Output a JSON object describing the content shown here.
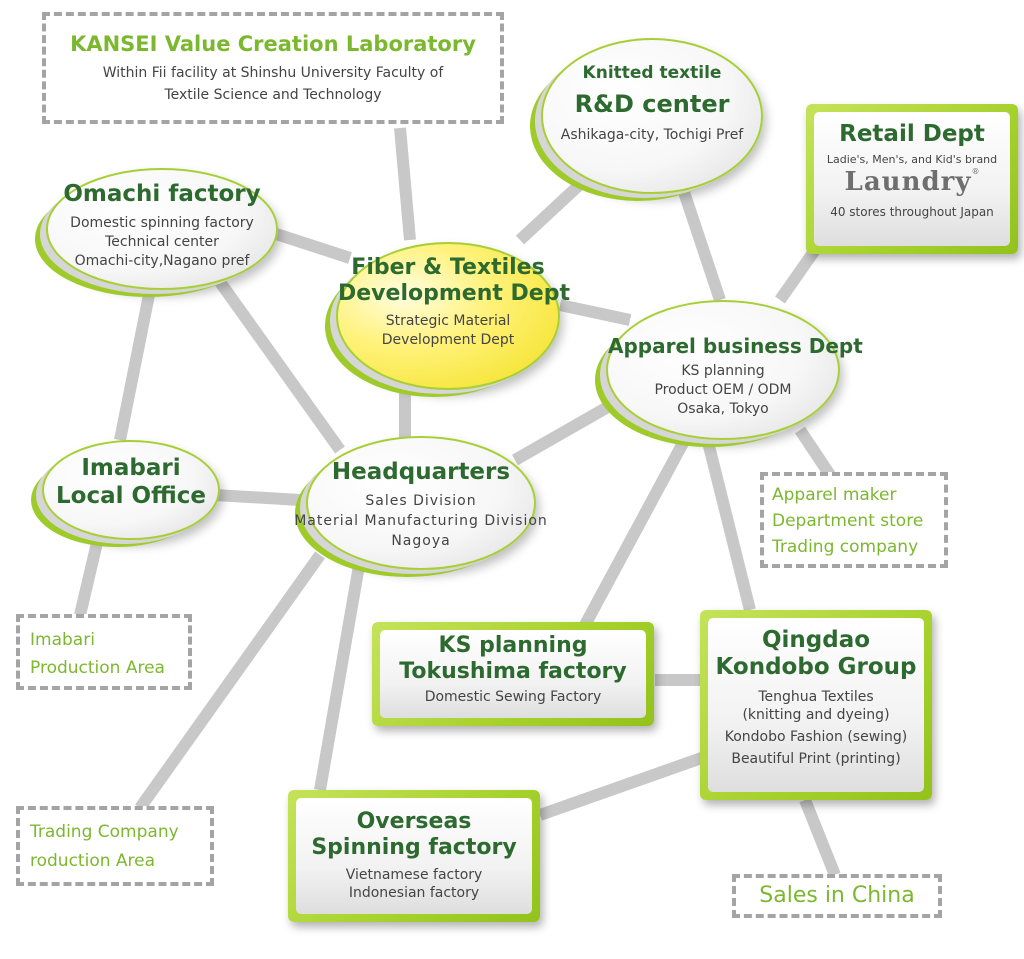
{
  "colors": {
    "title_green": "#2d6a2f",
    "accent_green": "#7cb82f",
    "panel_green": "#a6d12b",
    "connector_gray": "#c8c8c8",
    "dashed_gray": "#a4a4a4",
    "highlight_yellow": "#f2df1c"
  },
  "kansei_lab": {
    "title": "KANSEI Value Creation Laboratory",
    "line1": "Within Fii facility at Shinshu University Faculty of",
    "line2": "Textile Science and Technology"
  },
  "knitted_center": {
    "title1": "Knitted textile",
    "title2": "R&D center",
    "sub": "Ashikaga-city, Tochigi Pref"
  },
  "retail": {
    "title": "Retail Dept",
    "line1": "Ladie's, Men's, and Kid's brand",
    "brand": "Laundry",
    "brand_mark": "®",
    "line2": "40 stores throughout Japan"
  },
  "omachi": {
    "title": "Omachi factory",
    "line1": "Domestic spinning factory",
    "line2": "Technical center",
    "line3": "Omachi-city,Nagano pref"
  },
  "fiber": {
    "title1": "Fiber & Textiles",
    "title2": "Development Dept",
    "line1": "Strategic Material",
    "line2": "Development Dept"
  },
  "apparel": {
    "title": "Apparel business Dept",
    "line1": "KS planning",
    "line2": "Product OEM / ODM",
    "line3": "Osaka, Tokyo"
  },
  "imabari_office": {
    "title1": "Imabari",
    "title2": "Local Office"
  },
  "headquarters": {
    "title": "Headquarters",
    "line1": "Sales Division",
    "line2": "Material Manufacturing Division",
    "line3": "Nagoya"
  },
  "apparel_customers": {
    "line1": "Apparel maker",
    "line2": "Department store",
    "line3": "Trading company"
  },
  "imabari_area": {
    "line1": "Imabari",
    "line2": "Production Area"
  },
  "ks_tokushima": {
    "title1": "KS planning",
    "title2": "Tokushima factory",
    "line1": "Domestic Sewing Factory"
  },
  "qingdao": {
    "title1": "Qingdao",
    "title2": "Kondobo Group",
    "line1": "Tenghua Textiles",
    "line2": "(knitting and dyeing)",
    "line3": "Kondobo Fashion (sewing)",
    "line4": "Beautiful Print (printing)"
  },
  "trading_area": {
    "line1": "Trading Company",
    "line2": "roduction Area"
  },
  "overseas": {
    "title1": "Overseas",
    "title2": "Spinning factory",
    "line1": "Vietnamese factory",
    "line2": "Indonesian factory"
  },
  "china_sales": {
    "label": "Sales in China"
  }
}
